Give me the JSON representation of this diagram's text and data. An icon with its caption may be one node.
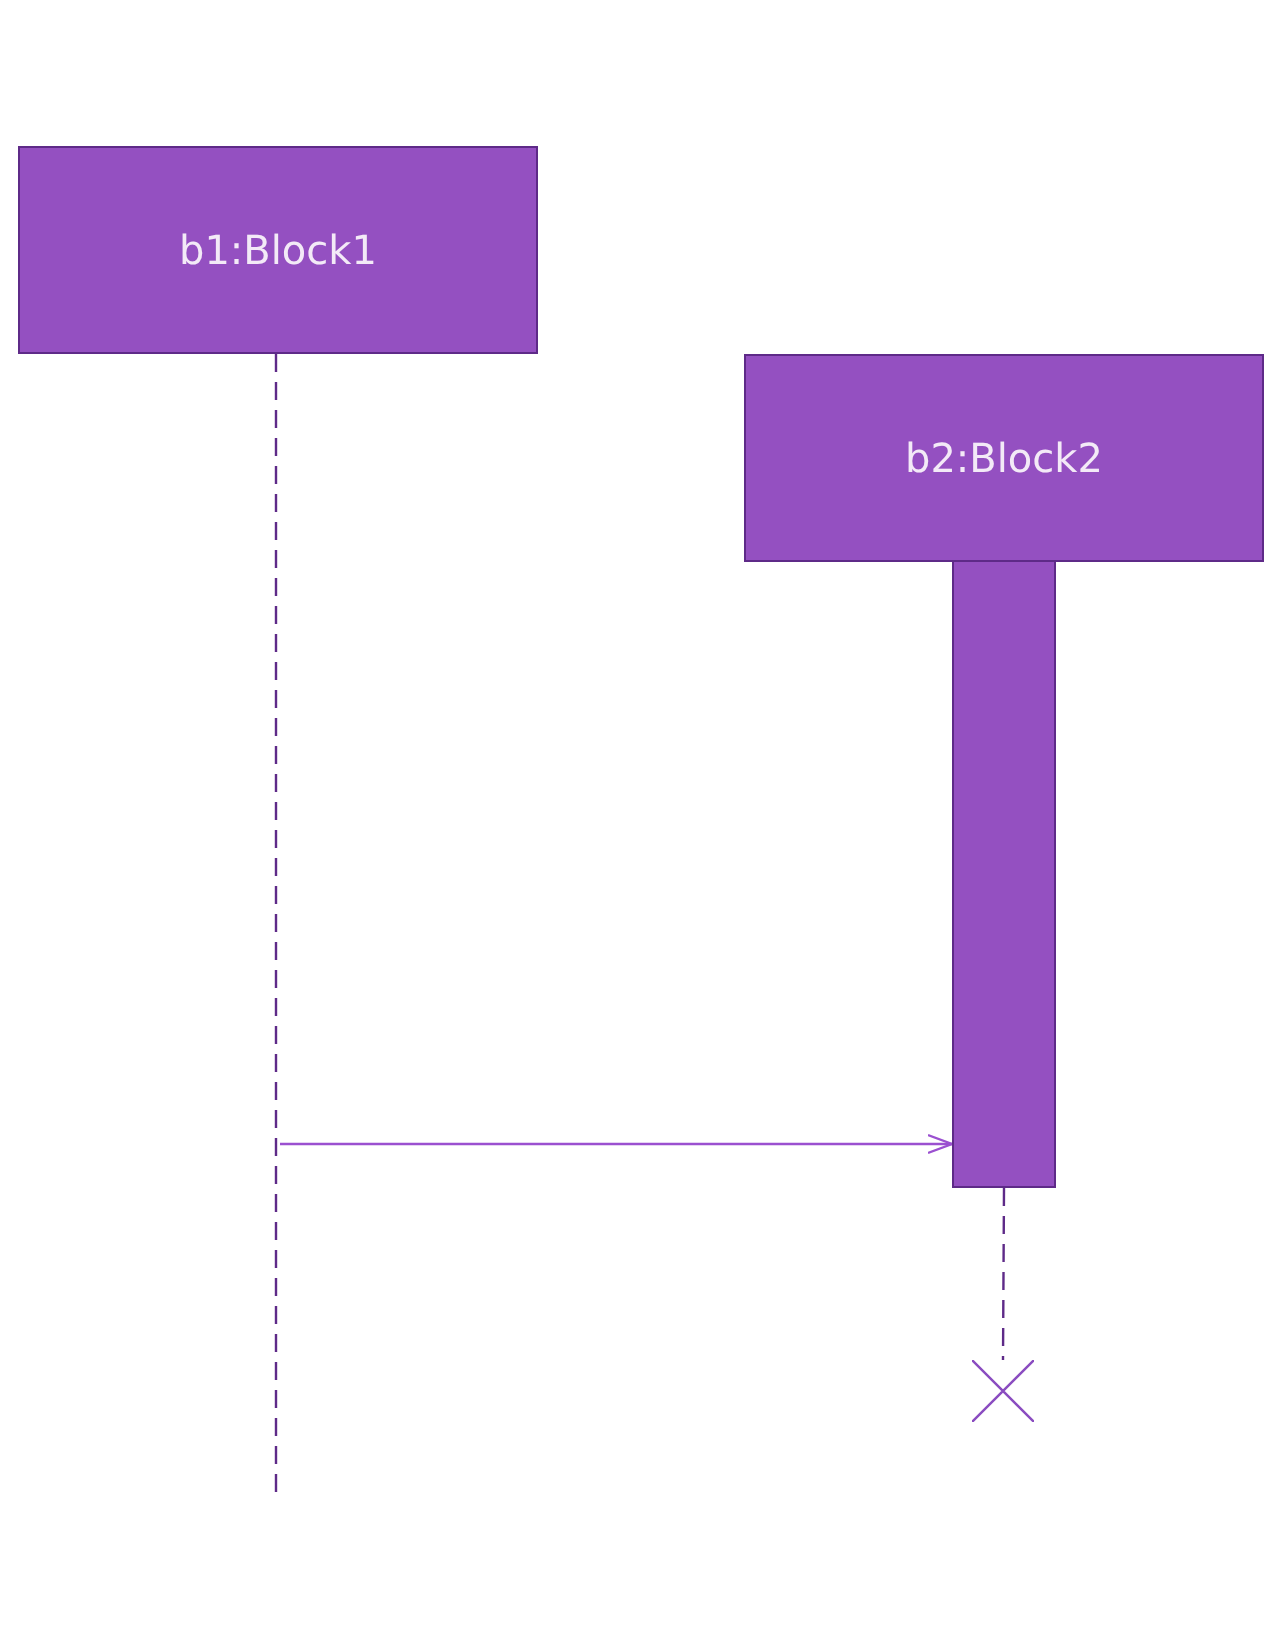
{
  "diagram": {
    "nodes": [
      {
        "text": [
          "b1:Block1"
        ]
      },
      {
        "text": [],
        "shape": "line"
      },
      {
        "text": [
          "b2:Block2"
        ]
      },
      {
        "text": [],
        "shape": "bar"
      },
      {
        "text": [],
        "shape": "cross"
      }
    ],
    "edges": [
      {
        "from": 1,
        "to": 3,
        "arrow": "to",
        "color": "#9b50d0"
      },
      {
        "from": 3,
        "to": 4,
        "arrow": "none",
        "style": "dashed"
      }
    ]
  }
}
